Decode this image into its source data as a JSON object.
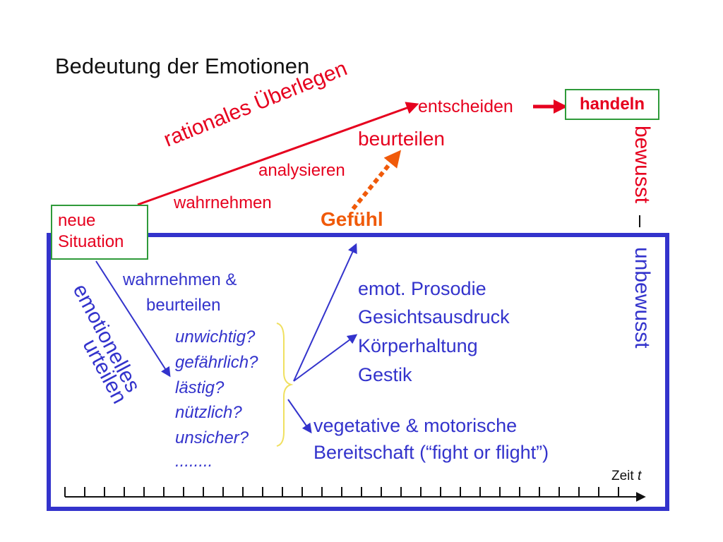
{
  "title": "Bedeutung der Emotionen",
  "rational": {
    "arrow_label": "rationales Überlegen",
    "wahrnehmen": "wahrnehmen",
    "analysieren": "analysieren",
    "beurteilen": "beurteilen",
    "entscheiden": "entscheiden",
    "handeln": "handeln"
  },
  "gefuehl": "Gefühl",
  "situation": {
    "line1": "neue",
    "line2": "Situation"
  },
  "bewusst": "bewusst",
  "unbewusst": "unbewusst",
  "emotional": {
    "label_line1": "emotionelles",
    "label_line2": "urteilen",
    "arrow_line1": "wahrnehmen &",
    "arrow_line2": "beurteilen"
  },
  "questions": [
    "unwichtig?",
    "gefährlich?",
    "lästig?",
    "nützlich?",
    "unsicher?",
    "........"
  ],
  "expressions": [
    "emot. Prosodie",
    "Gesichtsausdruck",
    "Körperhaltung",
    "Gestik"
  ],
  "readiness": {
    "line1": "vegetative & motorische",
    "line2": "Bereitschaft (“fight or flight”)"
  },
  "timeline": {
    "label": "Zeit",
    "variable": "t"
  },
  "colors": {
    "rational": "#e6001e",
    "gefuehl": "#f05a0a",
    "unconscious": "#3333cc",
    "box_border": "#2f9a3a",
    "brace": "#f0e060"
  }
}
